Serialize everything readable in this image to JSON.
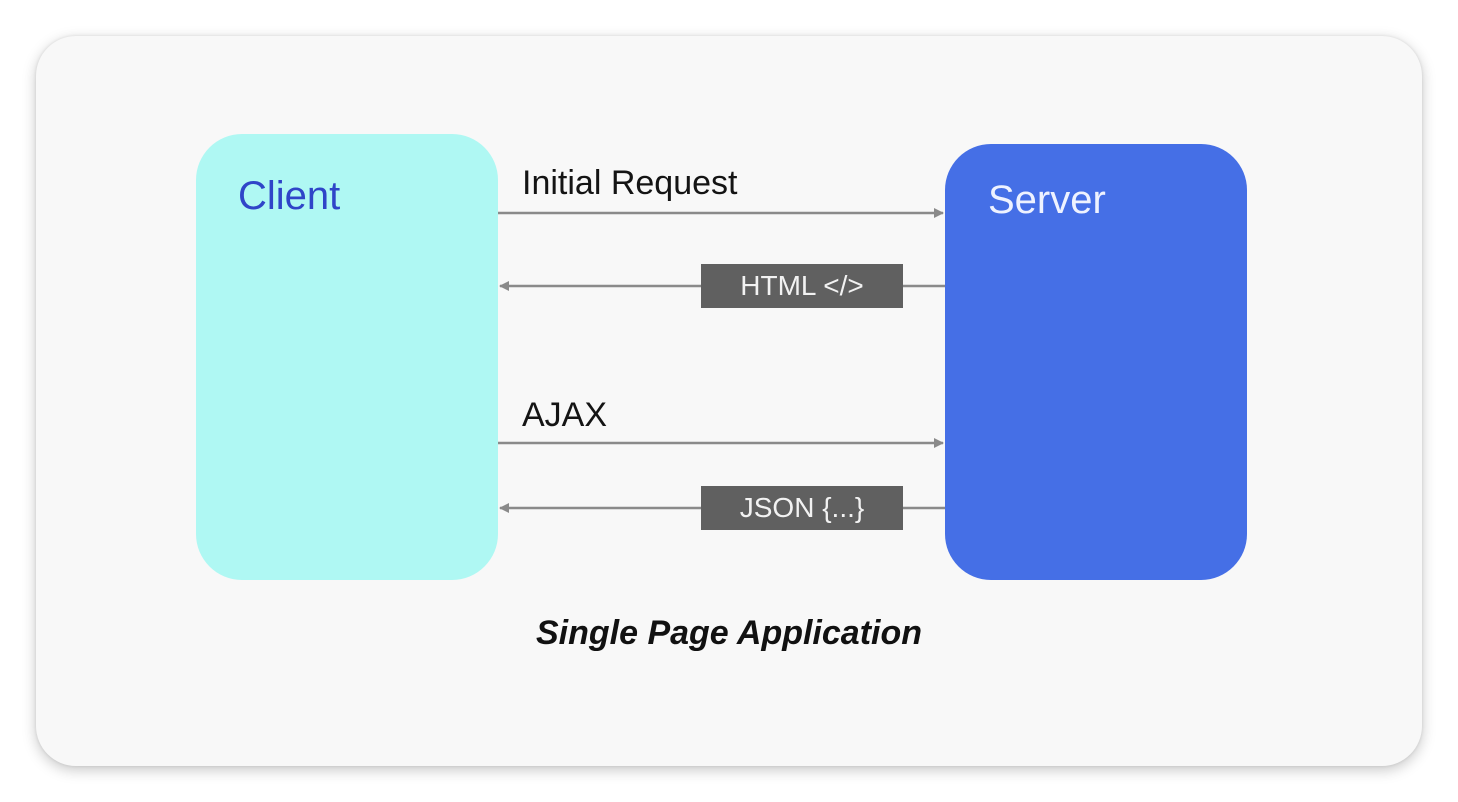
{
  "diagram": {
    "client_label": "Client",
    "server_label": "Server",
    "flows": [
      {
        "label": "Initial Request",
        "direction": "client-to-server"
      },
      {
        "label": "HTML </>",
        "direction": "server-to-client",
        "style": "tag"
      },
      {
        "label": "AJAX",
        "direction": "client-to-server"
      },
      {
        "label": "JSON {...}",
        "direction": "server-to-client",
        "style": "tag"
      }
    ],
    "caption": "Single Page Application"
  },
  "colors": {
    "client_fill": "#aff8f3",
    "client_text": "#2f45c8",
    "server_fill": "#456fe6",
    "server_text": "#eef2ff",
    "arrow": "#8a8a8a",
    "tag_fill": "#606060",
    "tag_text": "#f2f2f2",
    "card_bg": "#f8f8f8"
  }
}
